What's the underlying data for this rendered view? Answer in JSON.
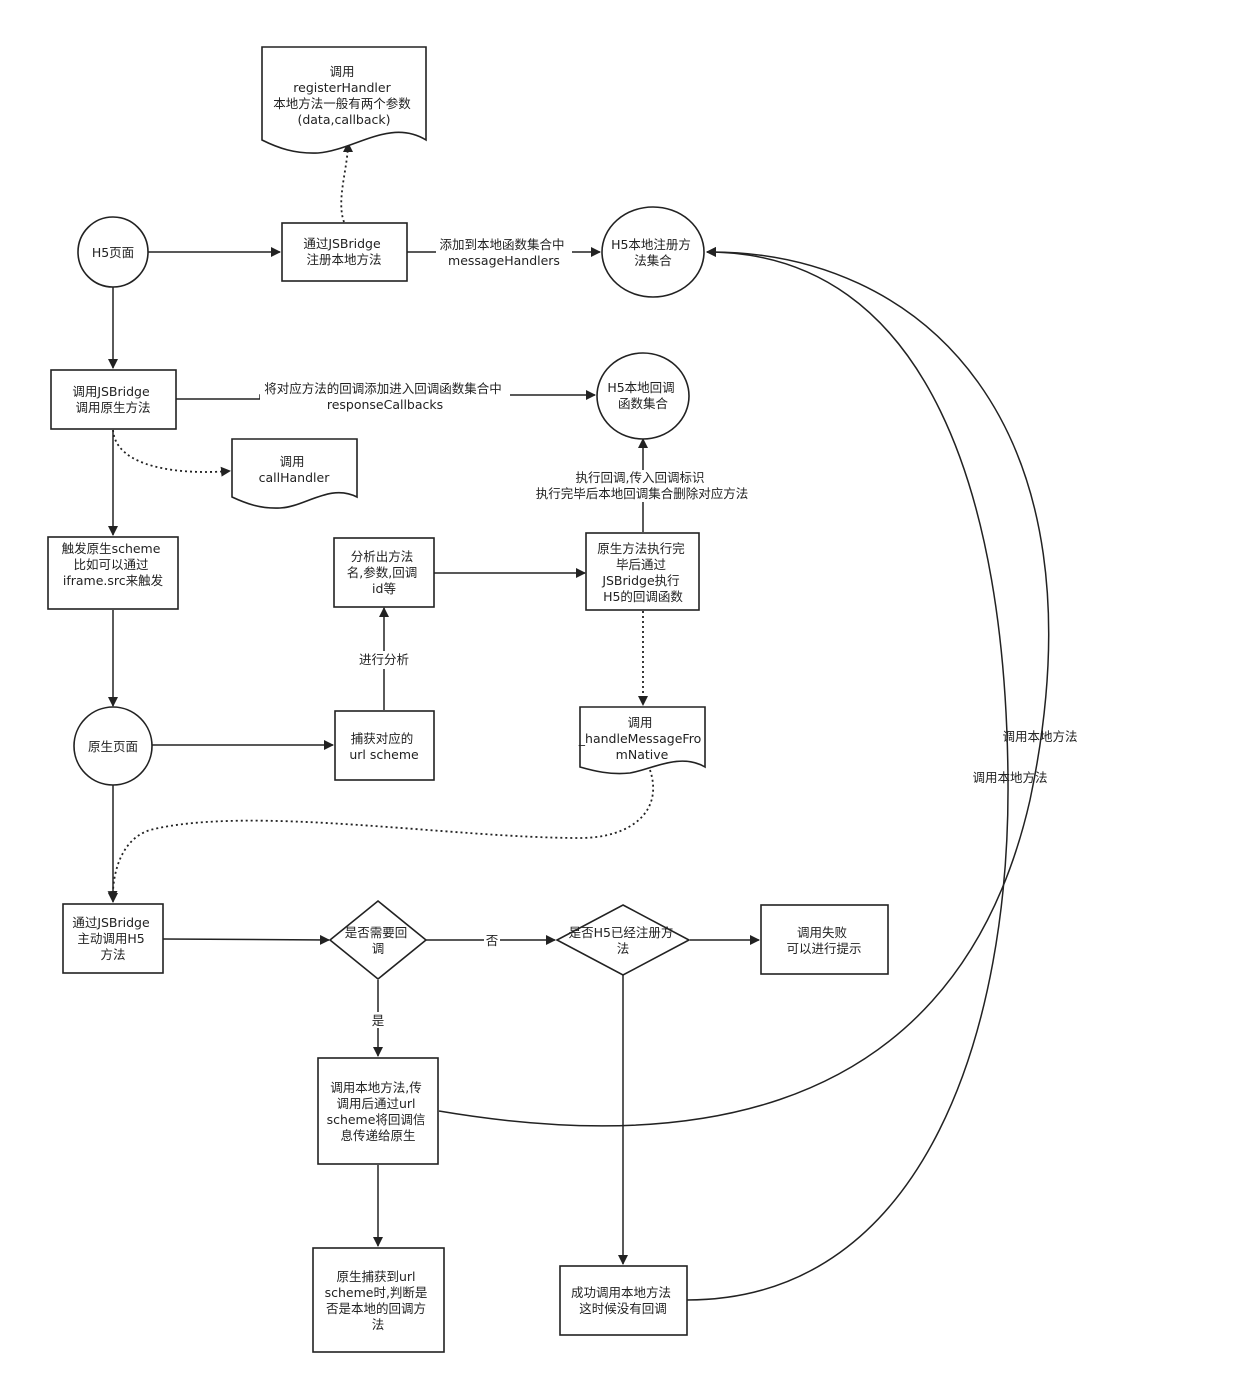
{
  "nodes": {
    "h5_page": [
      "H5页面"
    ],
    "register_bridge": [
      "通过JSBridge",
      "注册本地方法"
    ],
    "register_doc": [
      "调用",
      "registerHandler",
      "本地方法一般有两个参数",
      "(data,callback)"
    ],
    "h5_handlers": [
      "H5本地注册方",
      "法集合"
    ],
    "call_native": [
      "调用JSBridge",
      "调用原生方法"
    ],
    "h5_callbacks": [
      "H5本地回调",
      "函数集合"
    ],
    "callhandler_doc": [
      "调用",
      "callHandler"
    ],
    "trigger_scheme": [
      "触发原生scheme",
      "比如可以通过",
      "iframe.src来触发"
    ],
    "parse": [
      "分析出方法",
      "名,参数,回调",
      "id等"
    ],
    "native_exec": [
      "原生方法执行完",
      "毕后通过",
      "JSBridge执行",
      "H5的回调函数"
    ],
    "native_page": [
      "原生页面"
    ],
    "capture_scheme": [
      "捕获对应的",
      "url scheme"
    ],
    "handle_msg_doc": [
      "调用",
      "_handleMessageFro",
      "mNative"
    ],
    "native_call_h5": [
      "通过JSBridge",
      "主动调用H5",
      "方法"
    ],
    "need_callback": [
      "是否需要回",
      "调"
    ],
    "h5_registered": [
      "是否H5已经注册方",
      "法"
    ],
    "call_fail": [
      "调用失败",
      "可以进行提示"
    ],
    "call_local_pass": [
      "调用本地方法,传",
      "调用后通过url",
      "scheme将回调信",
      "息传递给原生"
    ],
    "native_capture_url": [
      "原生捕获到url",
      "scheme时,判断是",
      "否是本地的回调方",
      "法"
    ],
    "success_no_cb": [
      "成功调用本地方法",
      "这时候没有回调"
    ]
  },
  "edges": {
    "add_to_handlers": [
      "添加到本地函数集合中",
      "messageHandlers"
    ],
    "add_to_callbacks": [
      "将对应方法的回调添加进入回调函数集合中",
      "responseCallbacks"
    ],
    "exec_callback": [
      "执行回调,传入回调标识",
      "执行完毕后本地回调集合删除对应方法"
    ],
    "analyze": [
      "进行分析"
    ],
    "no": [
      "否"
    ],
    "yes": [
      "是"
    ],
    "call_local_1": [
      "调用本地方法"
    ],
    "call_local_2": [
      "调用本地方法"
    ]
  }
}
